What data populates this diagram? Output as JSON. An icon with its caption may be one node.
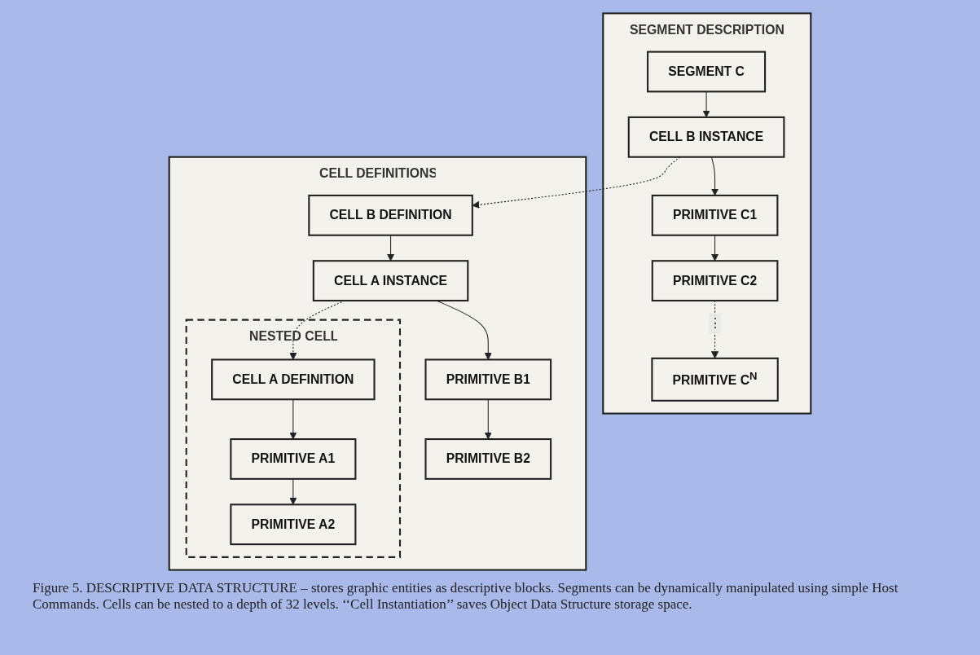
{
  "diagram": {
    "caption": "Figure 5. DESCRIPTIVE DATA STRUCTURE – stores graphic entities as descriptive blocks. Segments can be dynamically manipulated using simple Host Commands. Cells can be nested to a depth of 32 levels. ‘‘Cell Instantiation’’ saves Object Data Structure storage space.",
    "nodes": [
      {
        "text": [
          "SEGMENT DESCRIPTION"
        ]
      },
      {
        "text": [
          "SEGMENT C"
        ],
        "in": 0
      },
      {
        "text": [
          "CELL B INSTANCE"
        ],
        "in": 0
      },
      {
        "text": [
          "PRIMITIVE C1"
        ],
        "in": 0
      },
      {
        "text": [
          "PRIMITIVE C2"
        ],
        "in": 0
      },
      {
        "text": [
          "PRIMITIVE C$^{N}$"
        ],
        "in": 0
      },
      {
        "text": [
          "CELL DEFINITIONS"
        ]
      },
      {
        "text": [
          "CELL B DEFINITION"
        ],
        "in": 6
      },
      {
        "text": [
          "CELL A INSTANCE"
        ],
        "in": 6
      },
      {
        "text": [
          "PRIMITIVE B1"
        ],
        "in": 6
      },
      {
        "text": [
          "PRIMITIVE B2"
        ],
        "in": 6
      },
      {
        "text": [
          "NESTED CELL"
        ],
        "in": 6
      },
      {
        "text": [
          "CELL A DEFINITION"
        ],
        "in": 11
      },
      {
        "text": [
          "PRIMITIVE A1"
        ],
        "in": 11
      },
      {
        "text": [
          "PRIMITIVE A2"
        ],
        "in": 11
      }
    ],
    "edges": [
      {
        "from": 1,
        "to": 2,
        "arrow": "to"
      },
      {
        "from": 2,
        "to": 3,
        "arrow": "to"
      },
      {
        "from": 3,
        "to": 4,
        "arrow": "to"
      },
      {
        "from": 4,
        "to": 5,
        "arrow": "to",
        "style": "dashed",
        "label": "⋮"
      },
      {
        "from": 2,
        "to": 7,
        "arrow": "to",
        "style": "dashed"
      },
      {
        "from": 7,
        "to": 8,
        "arrow": "to"
      },
      {
        "from": 8,
        "to": 9,
        "arrow": "to"
      },
      {
        "from": 9,
        "to": 10,
        "arrow": "to"
      },
      {
        "from": 8,
        "to": 12,
        "arrow": "to",
        "style": "dashed"
      },
      {
        "from": 12,
        "to": 13,
        "arrow": "to"
      },
      {
        "from": 13,
        "to": 14,
        "arrow": "to"
      }
    ]
  }
}
